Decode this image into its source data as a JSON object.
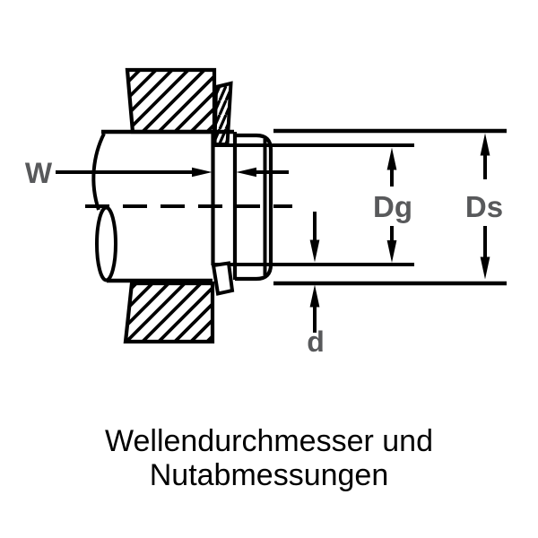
{
  "drawing": {
    "labels": {
      "groove_width": "W",
      "groove_diameter": "Dg",
      "shaft_diameter": "Ds",
      "groove_depth": "d"
    },
    "caption": {
      "line1": "Wellendurchmesser und",
      "line2": "Nutabmessungen"
    },
    "colors": {
      "line": "#000000",
      "label_gray": "#58595b",
      "background": "#ffffff"
    }
  }
}
